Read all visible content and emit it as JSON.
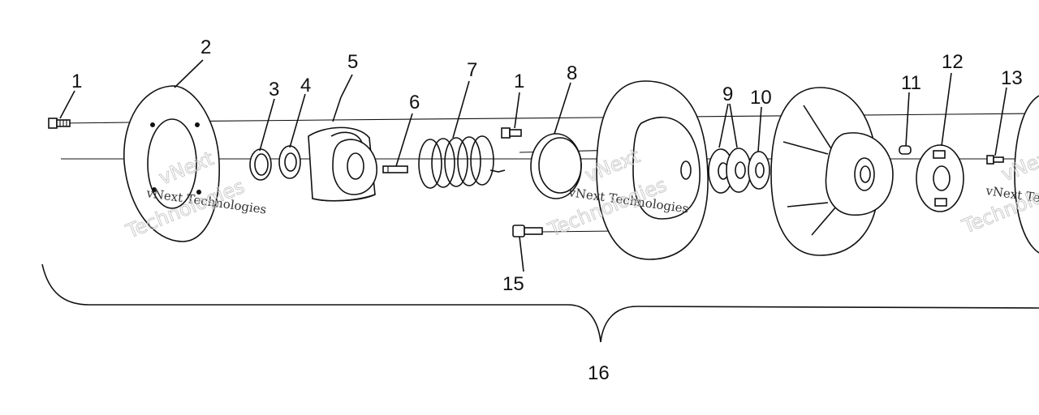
{
  "diagram": {
    "callouts": {
      "c1a": "1",
      "c2": "2",
      "c3": "3",
      "c4": "4",
      "c5": "5",
      "c6": "6",
      "c7": "7",
      "c1b": "1",
      "c8": "8",
      "c9": "9",
      "c10": "10",
      "c11": "11",
      "c12": "12",
      "c13": "13",
      "c15": "15",
      "c16": "16"
    },
    "watermark": {
      "brand_line": "vNext Technologies",
      "big_word_1": "vNext",
      "big_word_2": "Technologies"
    }
  }
}
